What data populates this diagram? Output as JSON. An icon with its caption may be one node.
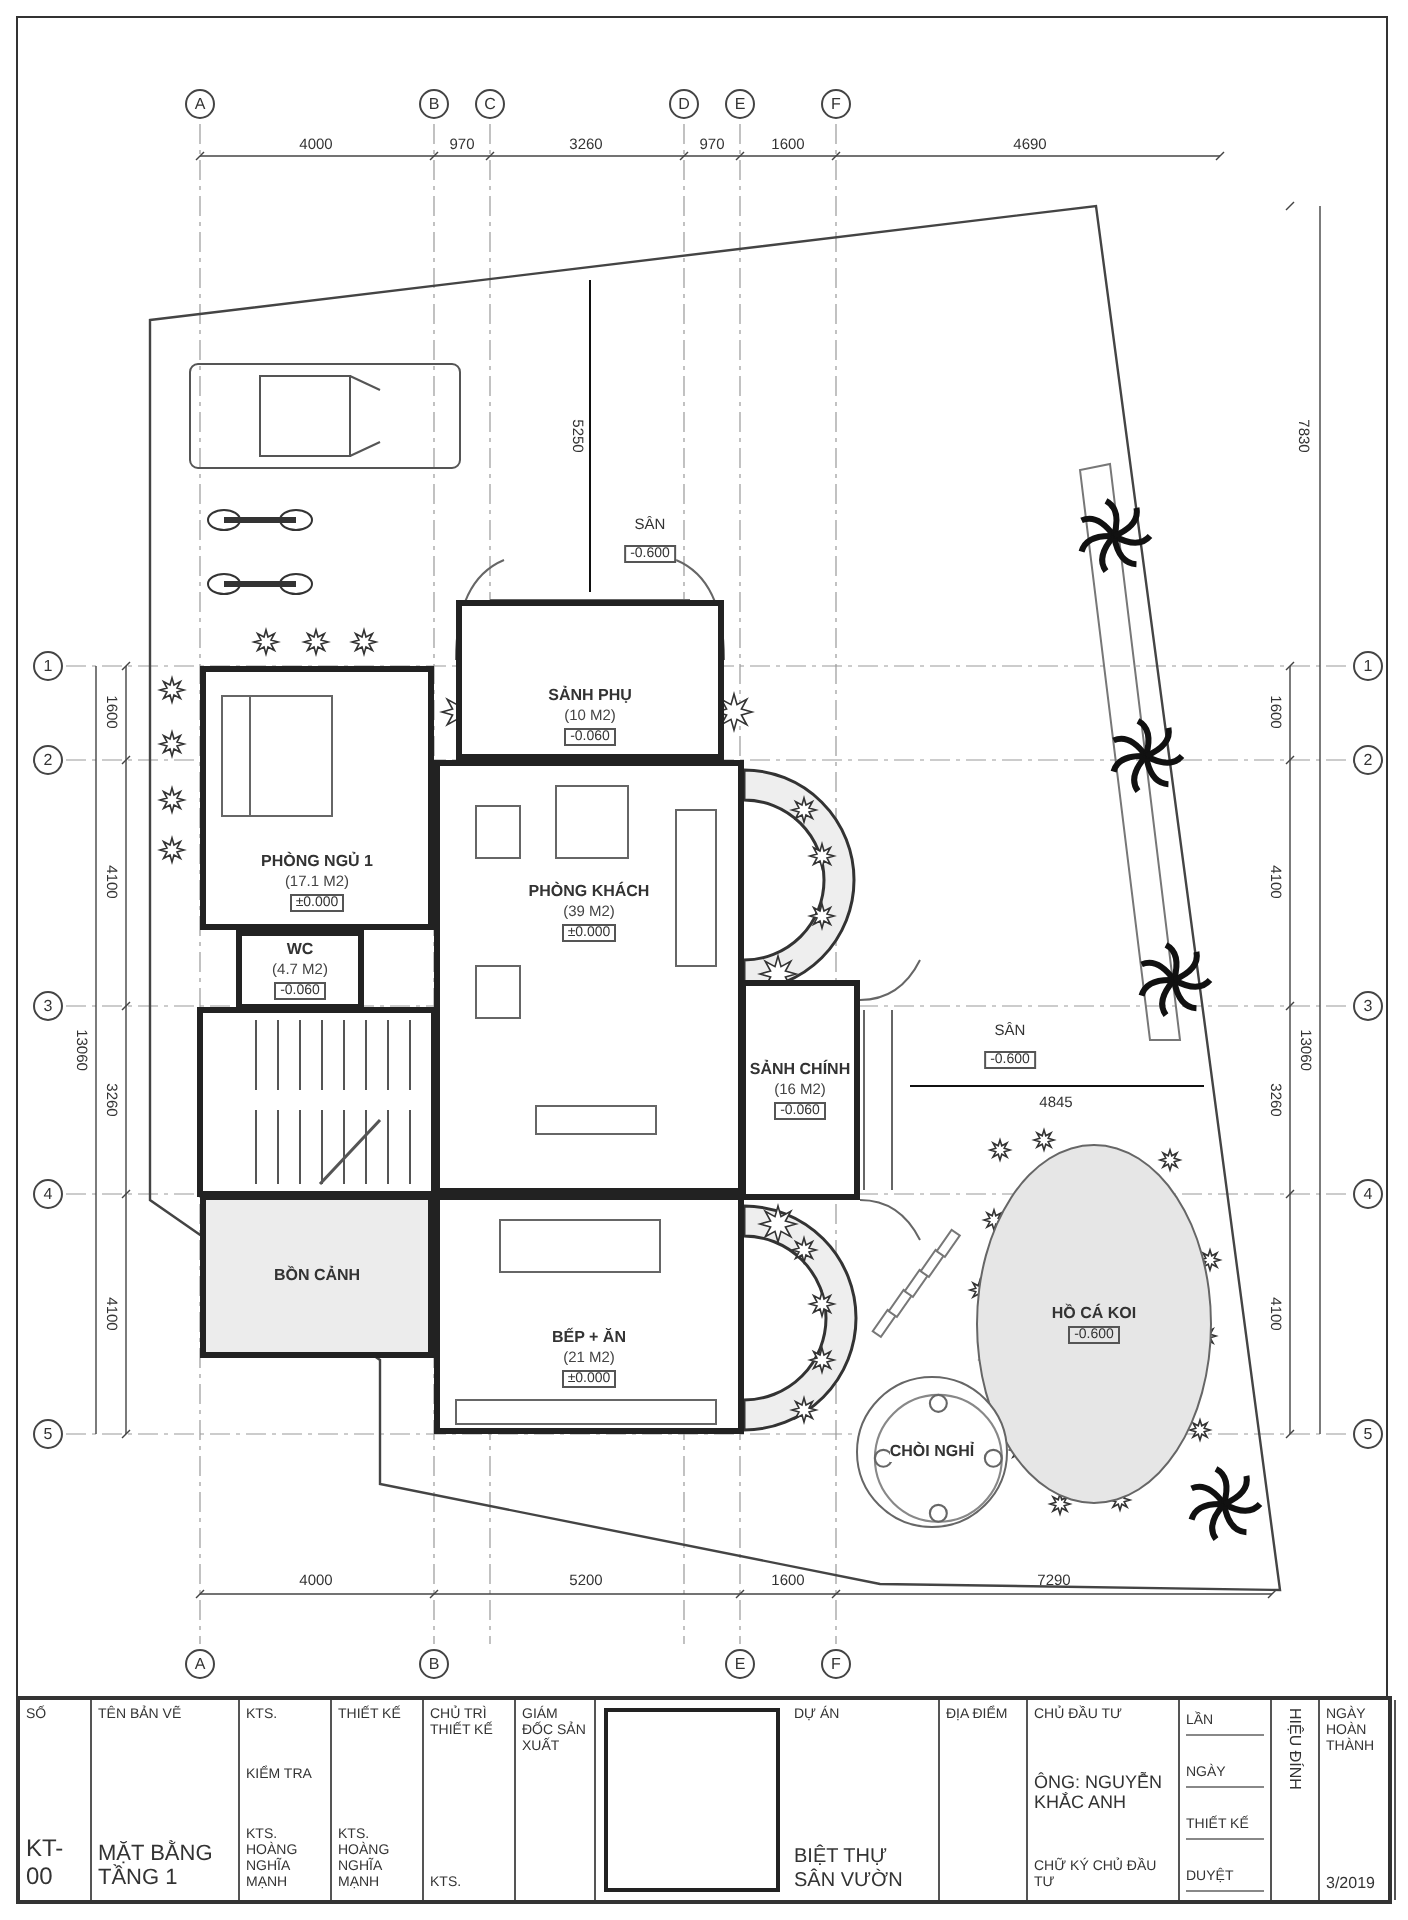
{
  "diagram": {
    "nodes": [
      {
        "text": [
          "SẢNH PHỤ",
          "(10 M2)",
          "-0.060"
        ]
      },
      {
        "text": [
          "PHÒNG NGỦ 1",
          "(17.1 M2)",
          "±0.000"
        ]
      },
      {
        "text": [
          "WC",
          "(4.7 M2)",
          "-0.060"
        ]
      },
      {
        "text": [
          "PHÒNG KHÁCH",
          "(39 M2)",
          "±0.000"
        ]
      },
      {
        "text": [
          "SẢNH CHÍNH",
          "(16 M2)",
          "-0.060"
        ]
      },
      {
        "text": [
          "BỒN CẢNH"
        ]
      },
      {
        "text": [
          "BẾP + ĂN",
          "(21 M2)",
          "±0.000"
        ]
      },
      {
        "text": [
          "HỒ CÁ KOI",
          "-0.600"
        ]
      },
      {
        "text": [
          "CHÒI NGHỈ"
        ]
      }
    ],
    "labels": [
      "A",
      "B",
      "C",
      "D",
      "E",
      "F",
      "4000",
      "970",
      "3260",
      "970",
      "1600",
      "4690",
      "5250",
      "7830",
      "SÂN",
      "-0.600",
      "SÂN",
      "-0.600",
      "4845",
      "1",
      "2",
      "3",
      "4",
      "5",
      "1600",
      "4100",
      "3260",
      "4100",
      "13060",
      "1",
      "2",
      "3",
      "4",
      "5",
      "1600",
      "4100",
      "3260",
      "4100",
      "13060",
      "4000",
      "5200",
      "1600",
      "7290",
      "A",
      "B",
      "E",
      "F",
      "SỐ",
      "KT-00",
      "TÊN BẢN VẼ",
      "MẶT BẰNG TẦNG 1",
      "KTS.",
      "KIỂM TRA",
      "KTS. HOÀNG NGHĨA MẠNH",
      "THIẾT KẾ",
      "KTS. HOÀNG NGHĨA MẠNH",
      "CHỦ TRÌ THIẾT KẾ",
      "KTS.",
      "GIÁM ĐỐC SẢN XUẤT",
      "DỰ ÁN",
      "BIỆT THỰ SÂN VƯỜN",
      "ĐỊA ĐIỂM",
      "CHỦ ĐẦU TƯ",
      "ÔNG: NGUYỄN KHẮC ANH",
      "CHỮ KÝ CHỦ ĐẦU TƯ",
      "LẦN",
      "NGÀY",
      "THIẾT KẾ",
      "DUYỆT",
      "HIỆU ĐÍNH",
      "NGÀY HOÀN THÀNH",
      "3/2019"
    ]
  }
}
